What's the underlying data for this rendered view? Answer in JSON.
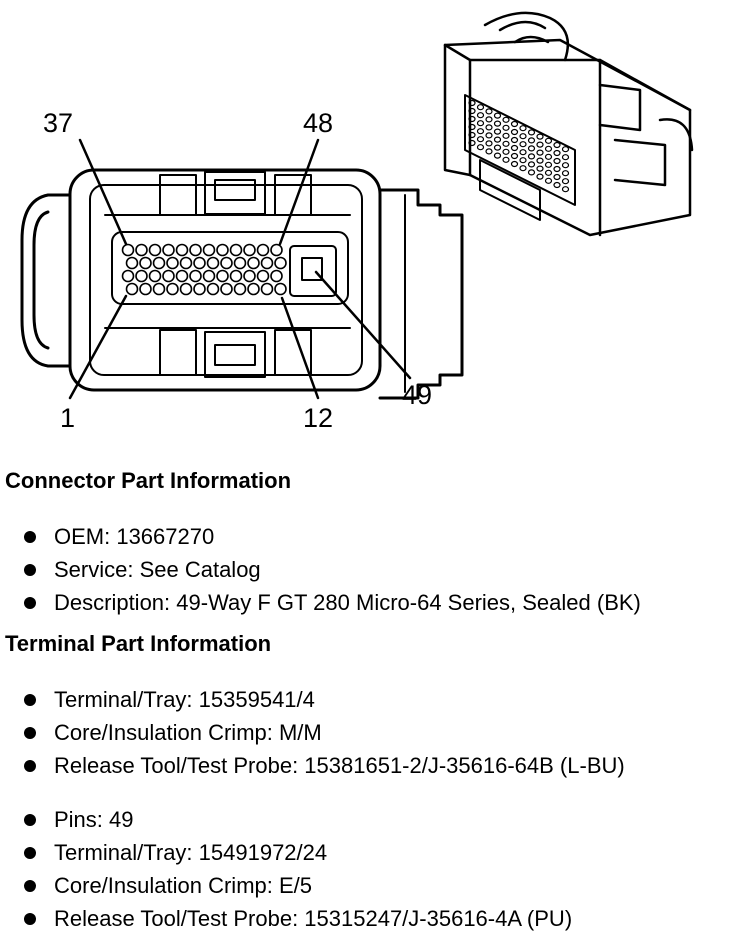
{
  "callouts": {
    "pin_37": "37",
    "pin_48": "48",
    "pin_1": "1",
    "pin_12": "12",
    "pin_49": "49"
  },
  "connector_info": {
    "heading": "Connector Part Information",
    "items": [
      "OEM: 13667270",
      "Service: See Catalog",
      "Description: 49-Way F GT 280 Micro-64 Series, Sealed (BK)"
    ]
  },
  "terminal_info": {
    "heading": "Terminal Part Information",
    "group1": [
      "Terminal/Tray: 15359541/4",
      "Core/Insulation Crimp: M/M",
      "Release Tool/Test Probe: 15381651-2/J-35616-64B (L-BU)"
    ],
    "group2": [
      "Pins: 49",
      "Terminal/Tray: 15491972/24",
      "Core/Insulation Crimp: E/5",
      "Release Tool/Test Probe: 15315247/J-35616-4A (PU)"
    ]
  }
}
